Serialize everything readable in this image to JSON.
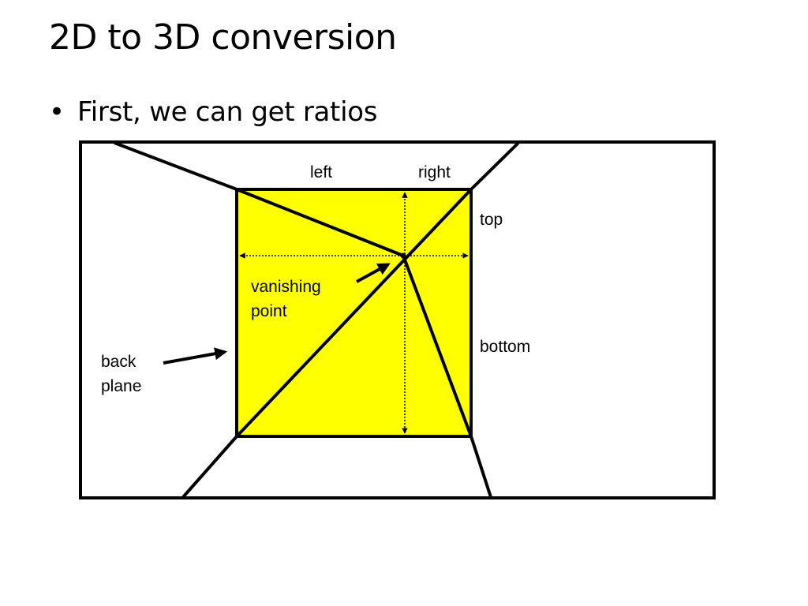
{
  "slide": {
    "title": "2D to 3D conversion",
    "bullet": "First, we can get ratios",
    "bullet_symbol": "•"
  },
  "diagram": {
    "labels": {
      "left": "left",
      "right": "right",
      "top": "top",
      "bottom": "bottom",
      "vanishing_line1": "vanishing",
      "vanishing_line2": "point",
      "back_line1": "back",
      "back_line2": "plane"
    },
    "colors": {
      "back_plane_fill": "#ffff00",
      "stroke": "#000000",
      "background": "#ffffff"
    }
  }
}
